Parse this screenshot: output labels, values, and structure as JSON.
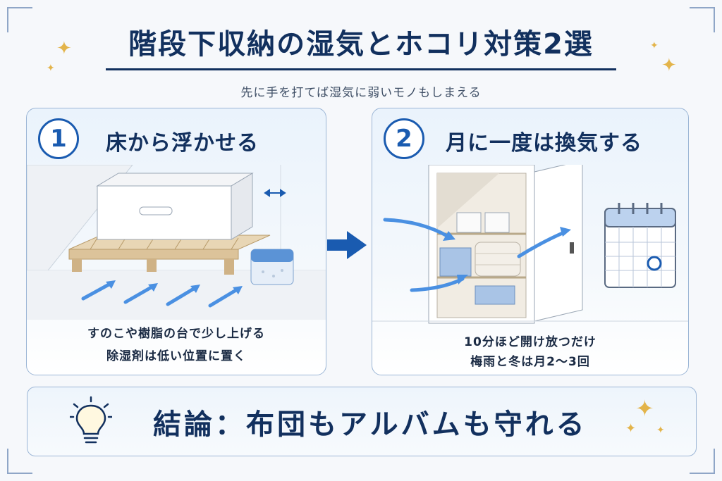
{
  "title": "階段下収納の湿気とホコリ対策2選",
  "subtitle": "先に手を打てば湿気に弱いモノもしまえる",
  "cards": [
    {
      "number": "1",
      "heading": "床から浮かせる",
      "caption_lines": [
        "すのこや樹脂の台で少し上げる",
        "除湿剤は低い位置に置く"
      ]
    },
    {
      "number": "2",
      "heading": "月に一度は換気する",
      "caption_lines": [
        "10分ほど開け放つだけ",
        "梅雨と冬は月2〜3回"
      ]
    }
  ],
  "conclusion": "結論：布団もアルバムも守れる",
  "colors": {
    "navy": "#12305e",
    "accent_blue": "#1a5bb0",
    "airflow_blue": "#4a90e2",
    "sparkle_gold": "#e3b44a",
    "card_border": "#9cb6d6"
  },
  "icons": [
    "sparkle-icon",
    "right-arrow-icon",
    "light-bulb-icon",
    "calendar-icon",
    "storage-box-icon",
    "slatted-pallet-icon",
    "dehumidifier-icon",
    "airflow-arrow-icon",
    "open-closet-icon"
  ]
}
